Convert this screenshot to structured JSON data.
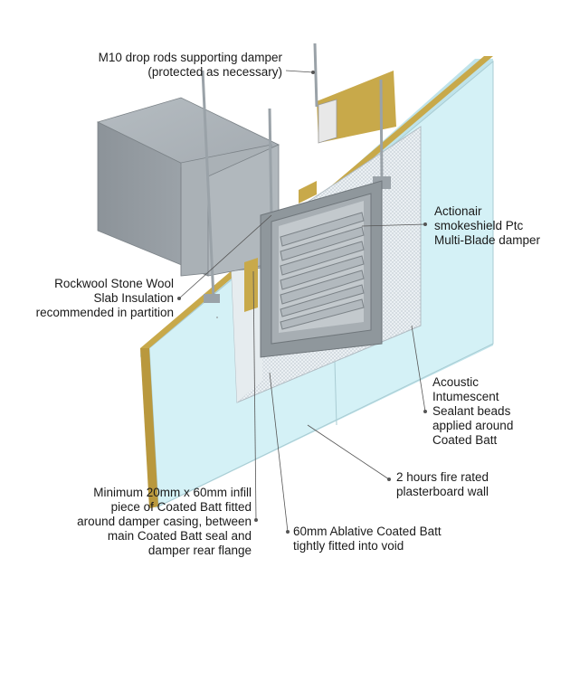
{
  "labels": {
    "drop_rods": [
      "M10 drop rods supporting damper",
      "(protected as necessary)"
    ],
    "damper": [
      "Actionair",
      "smokeshield Ptc",
      "Multi-Blade damper"
    ],
    "rockwool": [
      "Rockwool Stone Wool",
      "Slab Insulation",
      "recommended in partition"
    ],
    "sealant": [
      "Acoustic",
      "Intumescent",
      "Sealant beads",
      "applied around",
      "Coated Batt"
    ],
    "wall": [
      "2 hours fire rated",
      "plasterboard wall"
    ],
    "infill": [
      "Minimum 20mm x 60mm infill",
      "piece of Coated Batt fitted",
      "around damper casing, between",
      "main Coated Batt seal and",
      "damper rear flange"
    ],
    "ablative": [
      "60mm Ablative Coated Batt",
      "tightly fitted into void"
    ]
  },
  "colors": {
    "wall_face": "#d4f1f6",
    "wall_edge": "#bfe3ea",
    "insulation": "#c8a94a",
    "duct": "#9ea5aa",
    "damper_frame": "#8f979c",
    "batt": "#eef3f6",
    "leader": "#555555"
  }
}
